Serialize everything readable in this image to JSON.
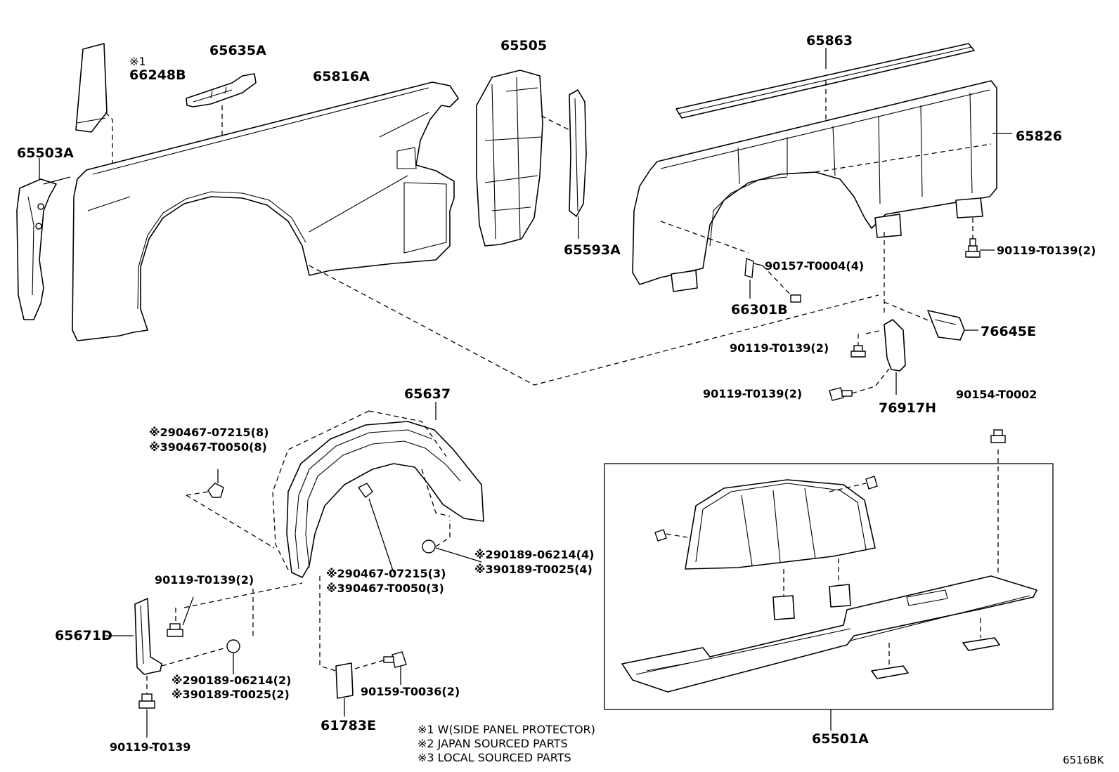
{
  "labels": {
    "p66248b_mark": "※1",
    "p66248b": "66248B",
    "p65635a": "65635A",
    "p65816a": "65816A",
    "p65505": "65505",
    "p65863": "65863",
    "p65826": "65826",
    "p65503a": "65503A",
    "p65593a": "65593A",
    "p90119_t0139_2_a": "90119-T0139(2)",
    "p90157_t0004_4": "90157-T0004(4)",
    "p66301b": "66301B",
    "p76645e": "76645E",
    "p90119_t0139_2_b": "90119-T0139(2)",
    "p90119_t0139_2_c": "90119-T0139(2)",
    "p76917h": "76917H",
    "p90154_t0002": "90154-T0002",
    "p65637": "65637",
    "p290467_07215_8": "※290467-07215(8)",
    "p390467_t0050_8": "※390467-T0050(8)",
    "p290189_06214_4": "※290189-06214(4)",
    "p390189_t0025_4": "※390189-T0025(4)",
    "p290467_07215_3": "※290467-07215(3)",
    "p390467_t0050_3": "※390467-T0050(3)",
    "p90119_t0139_2_d": "90119-T0139(2)",
    "p65671d": "65671D",
    "p290189_06214_2": "※290189-06214(2)",
    "p390189_t0025_2": "※390189-T0025(2)",
    "p90119_t0139": "90119-T0139",
    "p61783e": "61783E",
    "p90159_t0036_2": "90159-T0036(2)",
    "p65501a": "65501A"
  },
  "notes": {
    "note1": "※1 W(SIDE PANEL PROTECTOR)",
    "note2": "※2 JAPAN SOURCED PARTS",
    "note3": "※3 LOCAL SOURCED PARTS"
  },
  "diagram_code": "6516BK"
}
